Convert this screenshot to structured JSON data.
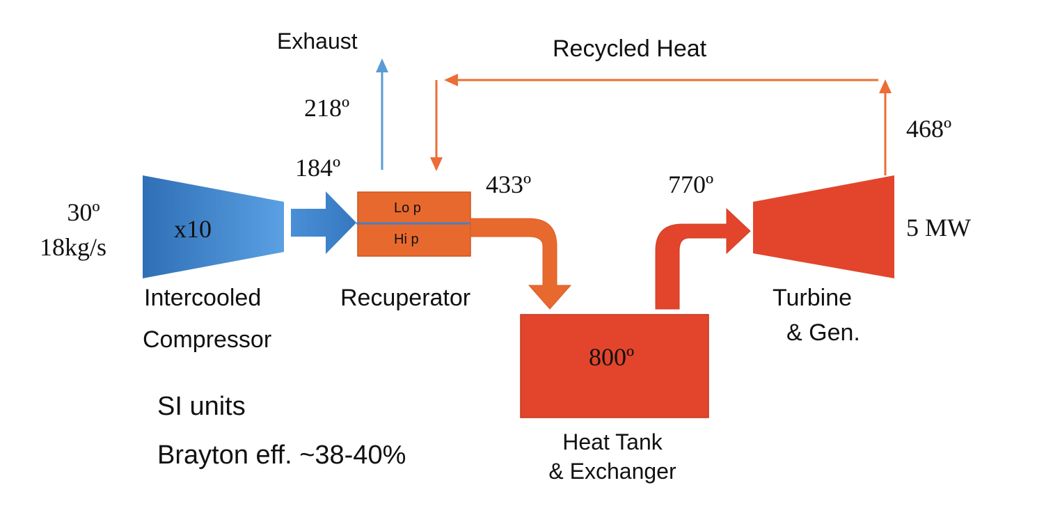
{
  "labels": {
    "exhaust": "Exhaust",
    "recycled_heat": "Recycled Heat",
    "inlet_temp": "30º",
    "inlet_flow": "18kg/s",
    "compressor_ratio": "x10",
    "compressor_name_1": "Intercooled",
    "compressor_name_2": "Compressor",
    "compressor_out_temp": "184º",
    "exhaust_temp": "218º",
    "recuperator_lo": "Lo p",
    "recuperator_hi": "Hi p",
    "recuperator_name": "Recuperator",
    "recuperator_out_temp": "433º",
    "tank_temp": "800º",
    "tank_name_1": "Heat Tank",
    "tank_name_2": "& Exchanger",
    "turbine_in_temp": "770º",
    "turbine_out_temp": "468º",
    "turbine_power": "5 MW",
    "turbine_name_1": "Turbine",
    "turbine_name_2": "& Gen.",
    "note_units": "SI units",
    "note_eff": "Brayton eff. ~38-40%"
  },
  "colors": {
    "compressor_blue": "#3d7fc4",
    "flow_blue": "#4a90d9",
    "recuperator_orange": "#e8692e",
    "heat_red": "#e2452b",
    "line_orange": "#ec6d35",
    "line_blue": "#5b9bd5"
  }
}
